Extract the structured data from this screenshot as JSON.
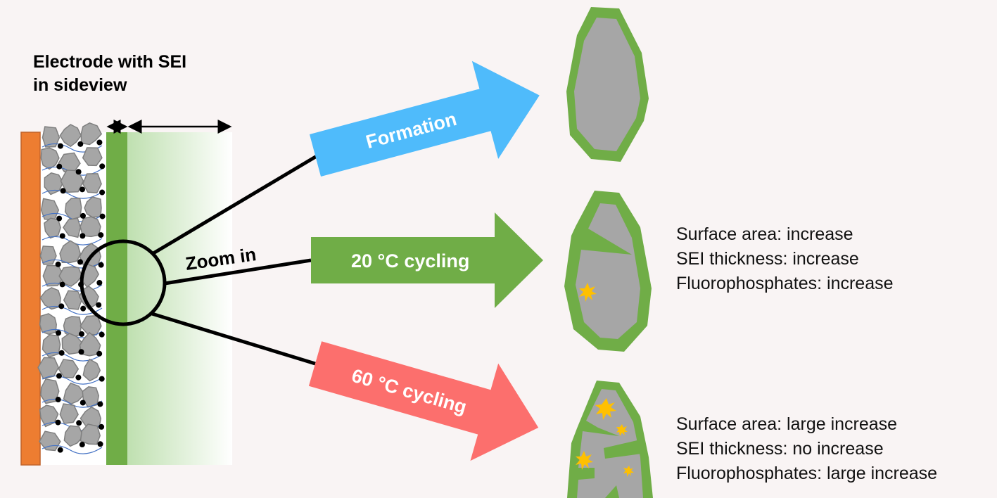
{
  "title": {
    "line1": "Electrode with SEI",
    "line2": "in sideview"
  },
  "zoom_label": "Zoom in",
  "arrows": {
    "formation": {
      "label": "Formation",
      "color": "#4fbbfb"
    },
    "cycling20": {
      "label": "20 °C cycling",
      "color": "#70ad47"
    },
    "cycling60": {
      "label": "60 °C cycling",
      "color": "#fc6f6d"
    }
  },
  "results20": [
    "Surface area: increase",
    "SEI thickness: increase",
    "Fluorophosphates: increase"
  ],
  "results60": [
    "Surface area: large increase",
    "SEI thickness: no increase",
    "Fluorophosphates: large increase"
  ],
  "colors": {
    "current_collector": "#ed7d31",
    "sei": "#70ad47",
    "particle": "#a6a6a6",
    "fluorophosphate": "#ffc000"
  }
}
